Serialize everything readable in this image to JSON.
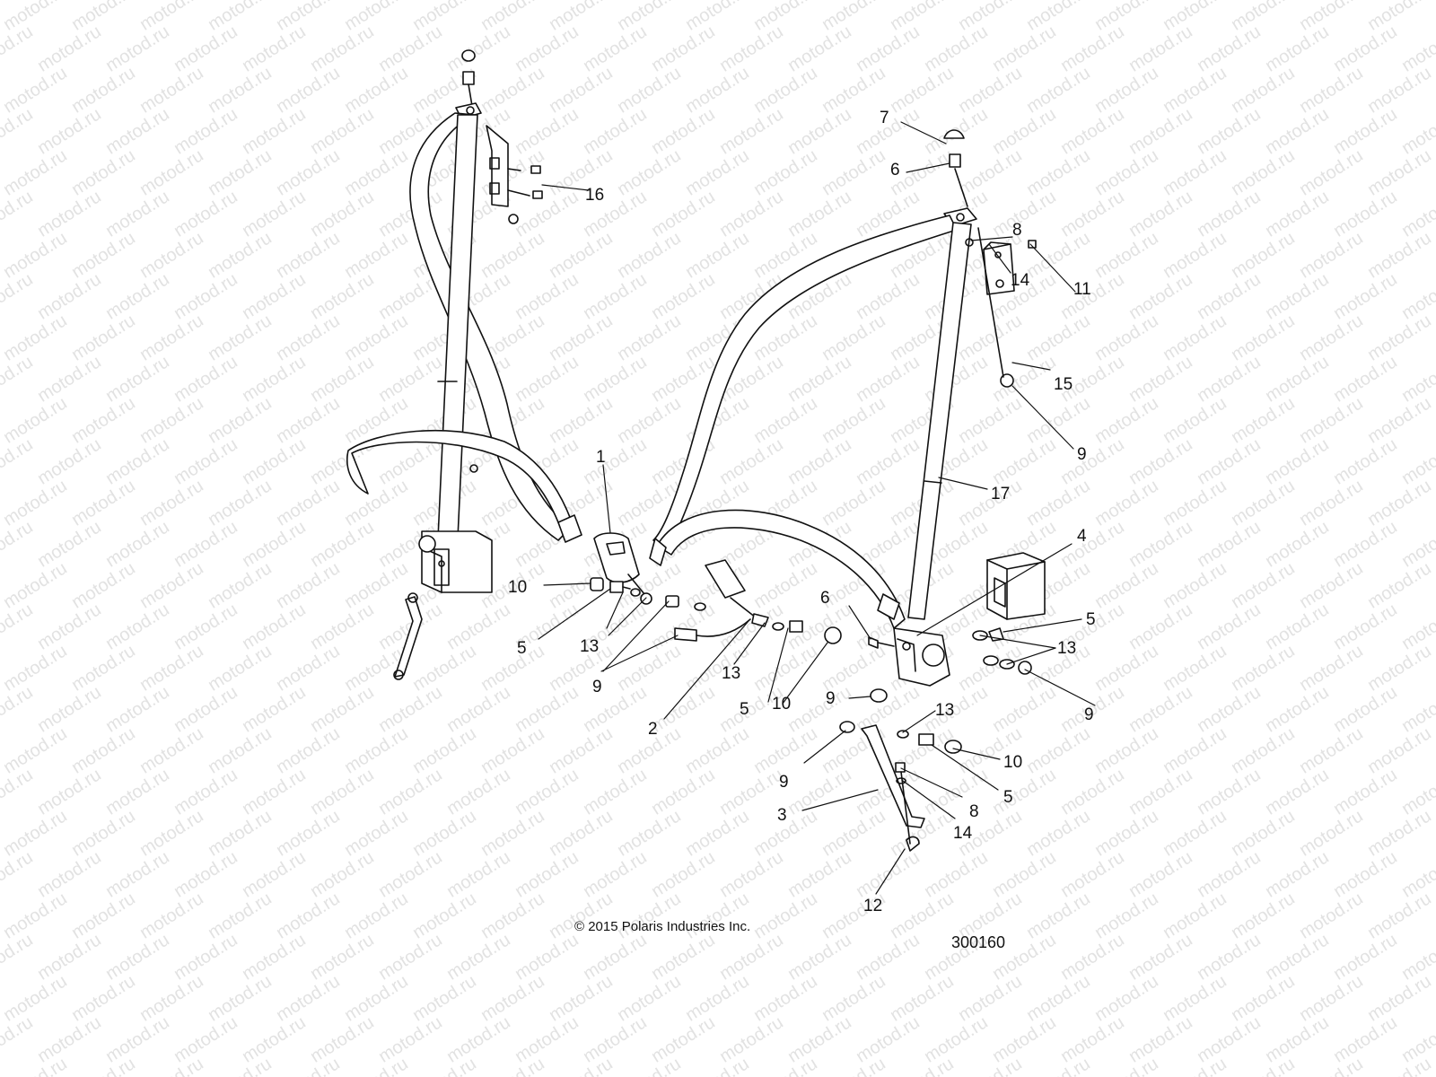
{
  "diagram": {
    "copyright": "© 2015 Polaris Industries Inc.",
    "drawing_number": "300160",
    "watermark": "motod.ru",
    "callouts": [
      "1",
      "2",
      "3",
      "4",
      "5",
      "5",
      "5",
      "5",
      "6",
      "6",
      "7",
      "8",
      "8",
      "9",
      "9",
      "9",
      "9",
      "9",
      "10",
      "10",
      "10",
      "11",
      "12",
      "13",
      "13",
      "13",
      "13",
      "14",
      "14",
      "15",
      "16",
      "17"
    ]
  },
  "colors": {
    "line": "#111111",
    "fill": "#ffffff",
    "watermark": "#e2e2e2"
  }
}
